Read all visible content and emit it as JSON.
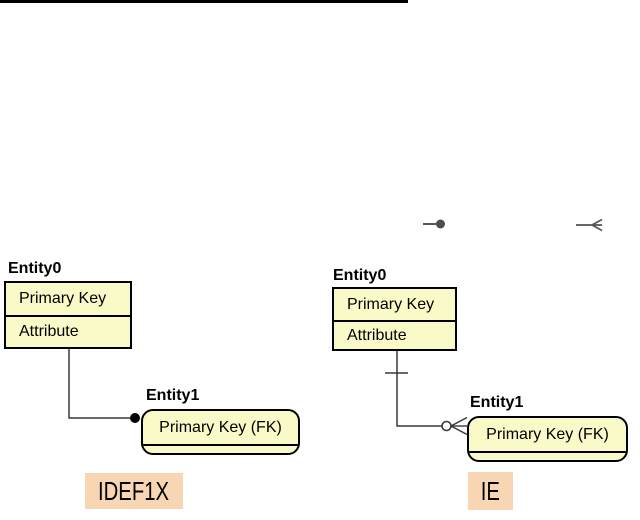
{
  "colors": {
    "background": "#ffffff",
    "entity_fill": "#fafac8",
    "entity_border": "#000000",
    "connector": "#383838",
    "tag_background": "#f8d6b4",
    "symbol_gray": "#565656",
    "top_rule": "#000000"
  },
  "notation_symbols": {
    "dot_line_icon": "line-with-filled-dot",
    "crows_foot_icon": "line-with-crows-foot"
  },
  "diagrams": {
    "idef1x": {
      "tag": "IDEF1X",
      "entity0": {
        "title": "Entity0",
        "rows": [
          "Primary Key",
          "Attribute"
        ]
      },
      "entity1": {
        "title": "Entity1",
        "rows": [
          "Primary Key (FK)"
        ]
      }
    },
    "ie": {
      "tag": "IE",
      "entity0": {
        "title": "Entity0",
        "rows": [
          "Primary Key",
          "Attribute"
        ]
      },
      "entity1": {
        "title": "Entity1",
        "rows": [
          "Primary Key (FK)"
        ]
      }
    }
  }
}
